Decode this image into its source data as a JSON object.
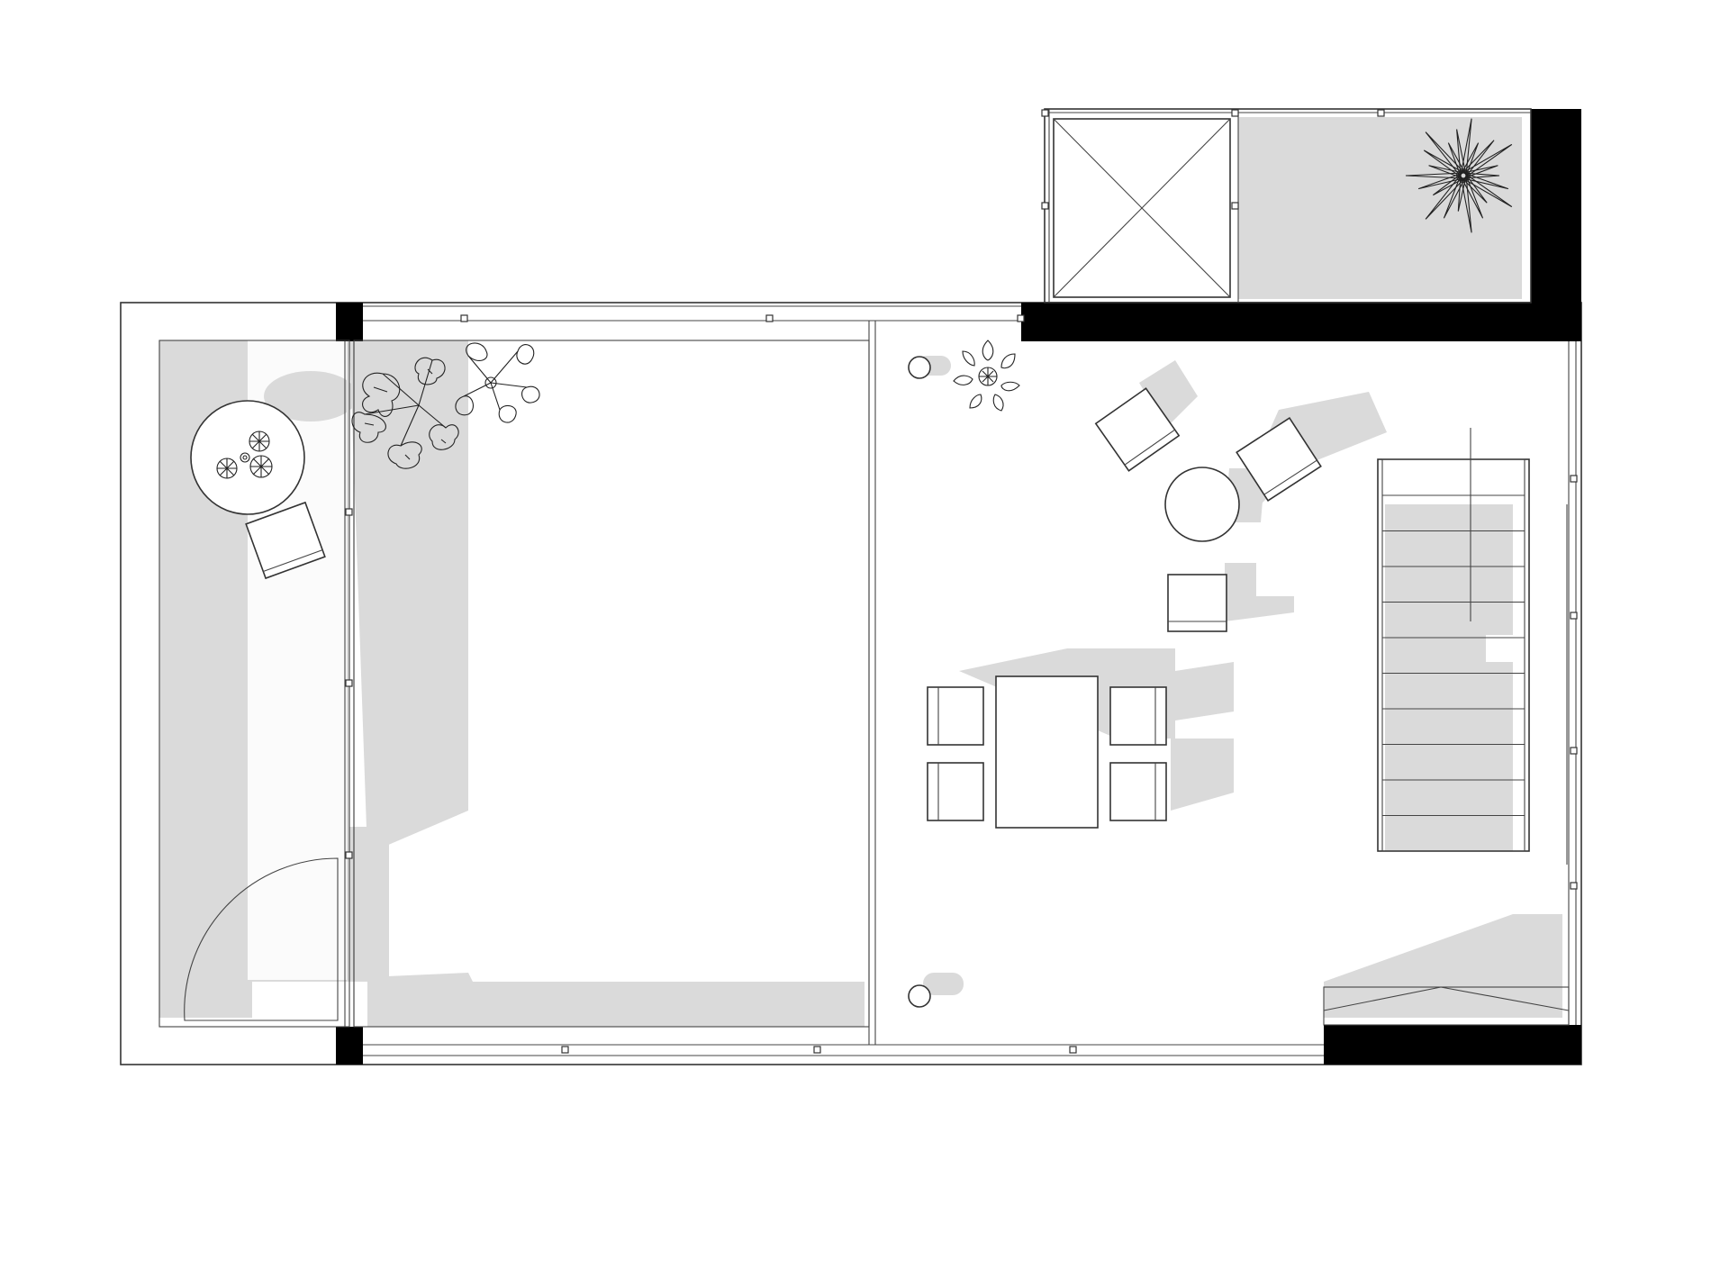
{
  "drawing": {
    "kind": "architectural floor plan",
    "labels": [],
    "colors": {
      "wall": "#000000",
      "shadow": "#dadada",
      "line": "#333333",
      "background": "#ffffff"
    }
  },
  "spaces": [
    "left-terrace",
    "central-patio",
    "living-dining-area",
    "upper-planter",
    "skylight"
  ],
  "furniture": [
    "round-side-table",
    "armchair",
    "lounge-chair",
    "coffee-table",
    "ottoman",
    "dining-table",
    "dining-chair",
    "staircase",
    "column",
    "door-swing"
  ],
  "plants": [
    "monstera-plant",
    "palm-plant",
    "agave-plant",
    "potted-flower",
    "flower-pot"
  ],
  "stair": {
    "treads": 10
  }
}
